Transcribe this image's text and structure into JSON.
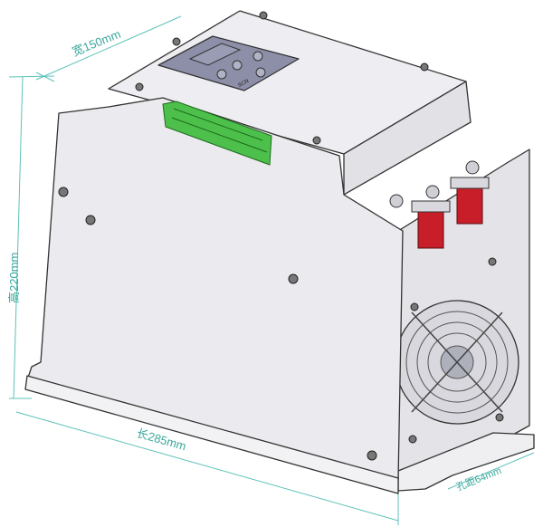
{
  "dimensions": {
    "width_label": "宽150mm",
    "height_label": "高220mm",
    "length_label": "长285mm",
    "hole_spacing_label": "孔距64mm"
  },
  "panel": {
    "brand_mark": "SCR"
  },
  "colors": {
    "dimension_line": "#5cc2b8",
    "terminal_block": "#4cc04a",
    "fuse": "#c81e2a",
    "panel": "#8d8fa8",
    "body": "#ecebef"
  }
}
